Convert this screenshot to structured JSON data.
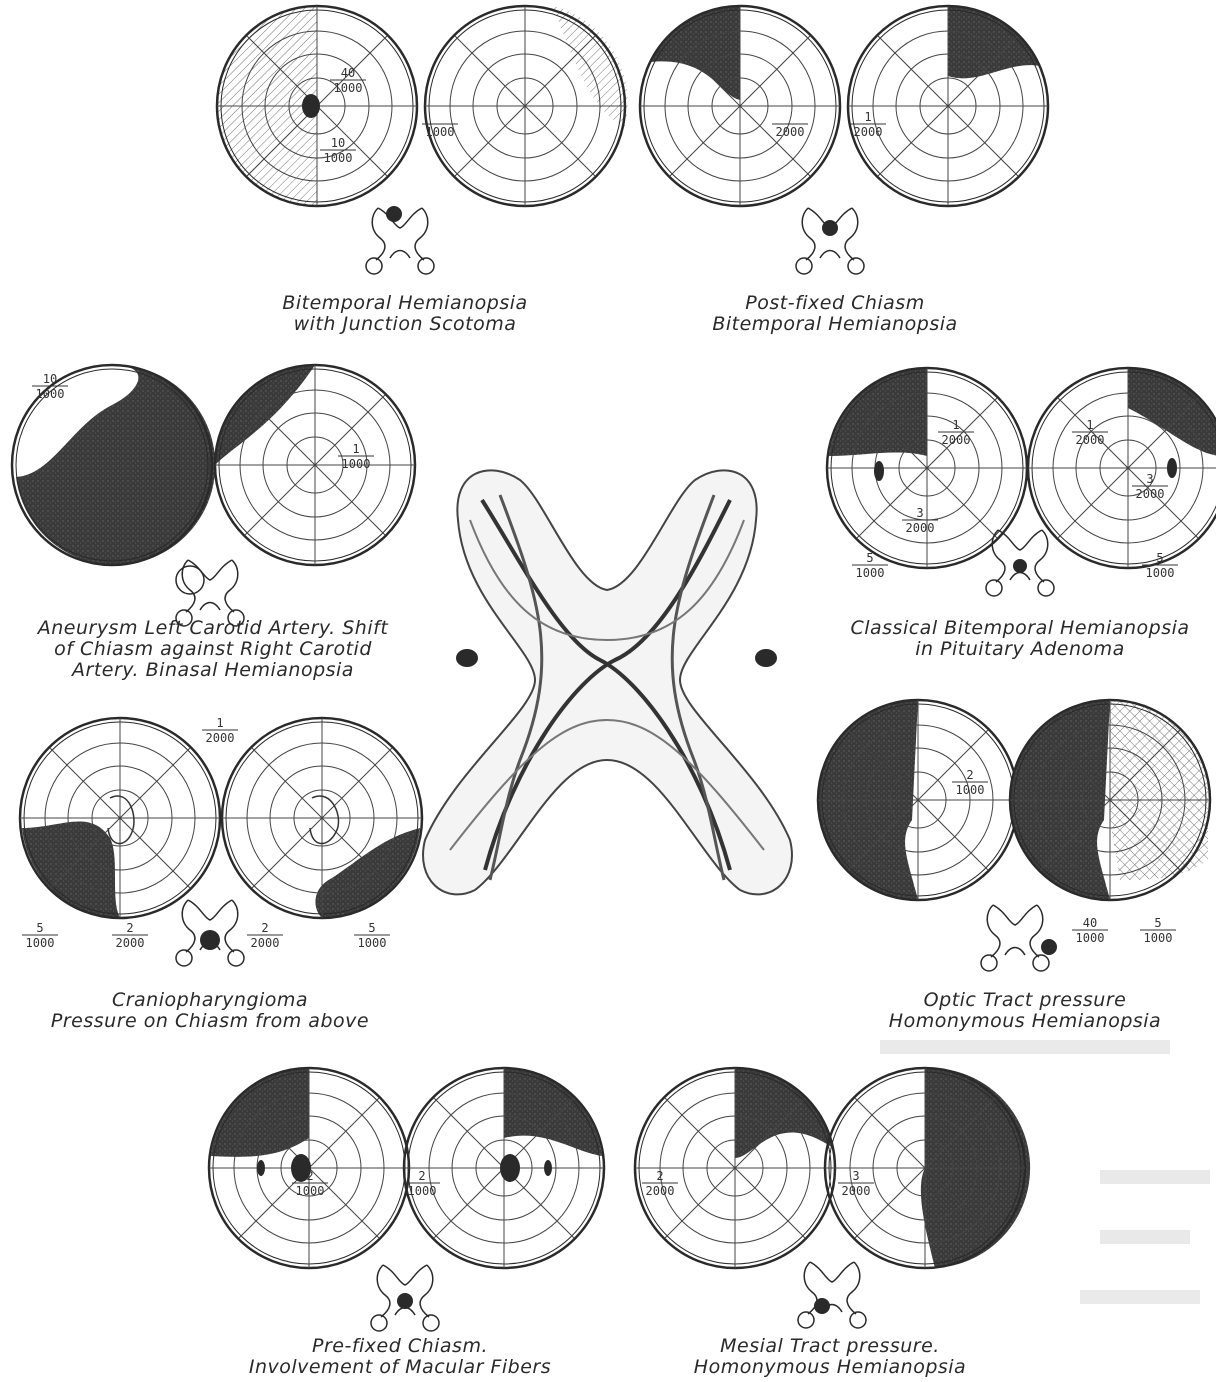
{
  "diagrams": [
    {
      "id": "bitemporal-junction",
      "caption": [
        "Bitemporal Hemianopsia",
        "with Junction Scotoma"
      ],
      "fractions": [
        {
          "num": "40",
          "den": "1000"
        },
        {
          "num": "10",
          "den": "1000"
        },
        {
          "num": "",
          "den": "1000"
        }
      ]
    },
    {
      "id": "postfixed",
      "caption": [
        "Post-fixed Chiasm",
        "Bitemporal Hemianopsia"
      ],
      "fractions": [
        {
          "num": "",
          "den": "2000"
        },
        {
          "num": "1",
          "den": "2000"
        }
      ]
    },
    {
      "id": "aneurysm",
      "caption": [
        "Aneurysm Left Carotid Artery. Shift",
        "of Chiasm against Right Carotid",
        "Artery. Binasal Hemianopsia"
      ],
      "fractions": [
        {
          "num": "10",
          "den": "1000"
        },
        {
          "num": "1",
          "den": "1000"
        }
      ]
    },
    {
      "id": "classical",
      "caption": [
        "Classical Bitemporal Hemianopsia",
        "in Pituitary Adenoma"
      ],
      "fractions": [
        {
          "num": "1",
          "den": "2000"
        },
        {
          "num": "3",
          "den": "2000"
        },
        {
          "num": "5",
          "den": "1000"
        },
        {
          "num": "1",
          "den": "2000"
        },
        {
          "num": "3",
          "den": "2000"
        },
        {
          "num": "5",
          "den": "1000"
        }
      ]
    },
    {
      "id": "craniopharyngioma",
      "caption": [
        "Craniopharyngioma",
        "Pressure on Chiasm from above"
      ],
      "fractions": [
        {
          "num": "1",
          "den": "2000"
        },
        {
          "num": "5",
          "den": "1000"
        },
        {
          "num": "2",
          "den": "2000"
        },
        {
          "num": "2",
          "den": "2000"
        },
        {
          "num": "5",
          "den": "1000"
        }
      ]
    },
    {
      "id": "optic-tract",
      "caption": [
        "Optic Tract pressure",
        "Homonymous Hemianopsia"
      ],
      "fractions": [
        {
          "num": "2",
          "den": "1000"
        },
        {
          "num": "40",
          "den": "1000"
        },
        {
          "num": "5",
          "den": "1000"
        }
      ]
    },
    {
      "id": "prefixed",
      "caption": [
        "Pre-fixed Chiasm.",
        "Involvement of Macular Fibers"
      ],
      "fractions": [
        {
          "num": "2",
          "den": "1000"
        },
        {
          "num": "2",
          "den": "1000"
        }
      ]
    },
    {
      "id": "mesial-tract",
      "caption": [
        "Mesial Tract pressure.",
        "Homonymous Hemianopsia"
      ],
      "fractions": [
        {
          "num": "2",
          "den": "2000"
        },
        {
          "num": "3",
          "den": "2000"
        }
      ]
    }
  ],
  "colors": {
    "ink": "#2a2a2a",
    "shade": "#3a3a3a",
    "hatch": "#6a6a6a",
    "paper": "#ffffff"
  }
}
